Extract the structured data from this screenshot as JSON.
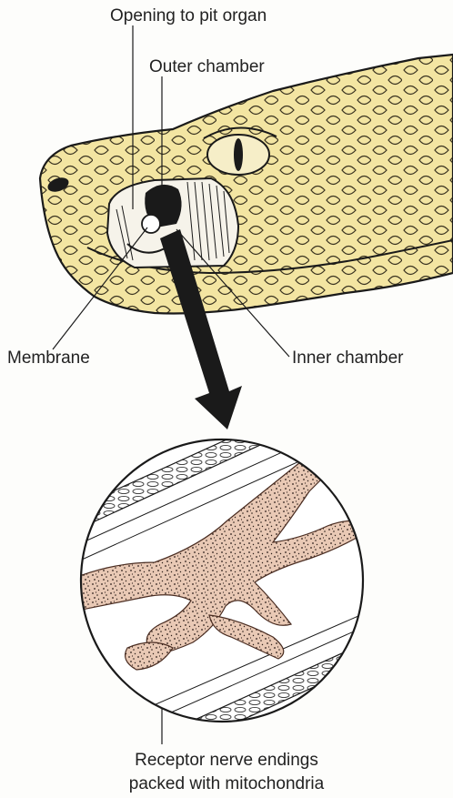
{
  "labels": {
    "opening": "Opening to pit organ",
    "outer_chamber": "Outer chamber",
    "membrane": "Membrane",
    "inner_chamber": "Inner chamber"
  },
  "caption": {
    "line1": "Receptor nerve endings",
    "line2": "packed with mitochondria"
  },
  "colors": {
    "head_fill": "#f3e5a2",
    "outline": "#1a1a1a",
    "nerve_fill": "#e9c9b5",
    "background": "#fdfdfb"
  }
}
